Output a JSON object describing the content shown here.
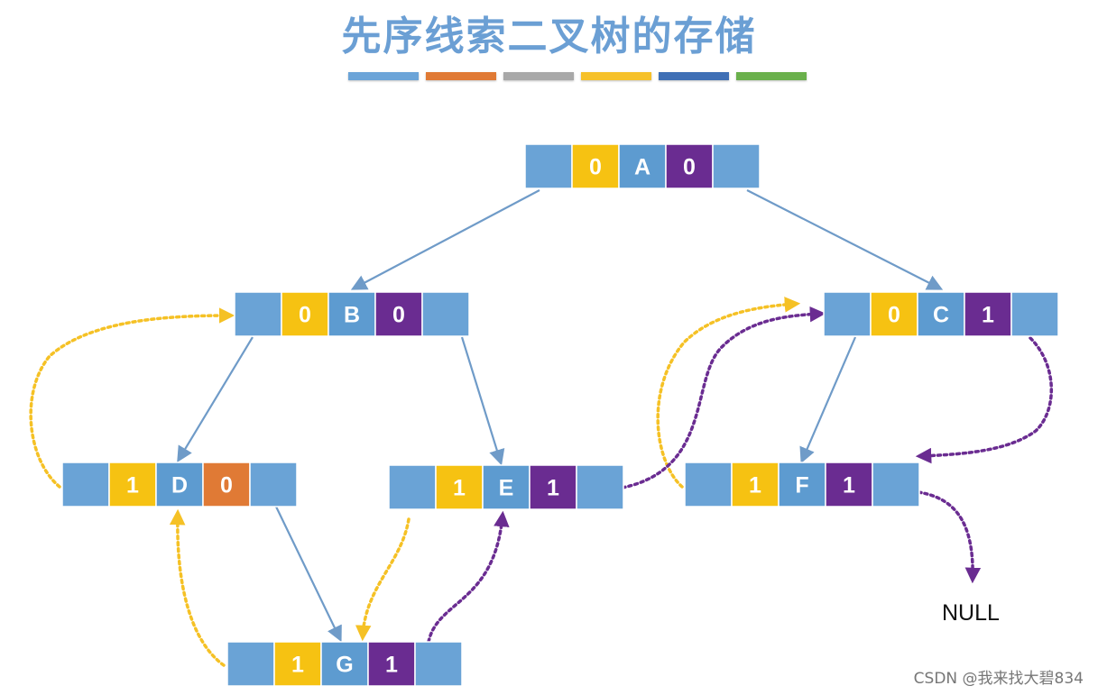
{
  "title": "先序线索二叉树的存储",
  "color_bar": [
    "#6ba4d8",
    "#e07a35",
    "#a8a8a8",
    "#f6c12a",
    "#3f6fb5",
    "#6ab04c"
  ],
  "colors": {
    "ptr_cell": "#6aa3d6",
    "ltag": "#f6c212",
    "data": "#5d9bd0",
    "rtag_thread": "#6a2c91",
    "rtag_child": "#e07a35",
    "edge": "#6f9bc8",
    "pred_thread": "#f5c125",
    "succ_thread": "#6a2c91"
  },
  "nodes": [
    {
      "id": "A",
      "ltag": "0",
      "data": "A",
      "rtag": "0"
    },
    {
      "id": "B",
      "ltag": "0",
      "data": "B",
      "rtag": "0"
    },
    {
      "id": "C",
      "ltag": "0",
      "data": "C",
      "rtag": "1"
    },
    {
      "id": "D",
      "ltag": "1",
      "data": "D",
      "rtag": "0"
    },
    {
      "id": "E",
      "ltag": "1",
      "data": "E",
      "rtag": "1"
    },
    {
      "id": "F",
      "ltag": "1",
      "data": "F",
      "rtag": "1"
    },
    {
      "id": "G",
      "ltag": "1",
      "data": "G",
      "rtag": "1"
    }
  ],
  "null_label": "NULL",
  "watermark": "CSDN @我来找大碧834"
}
